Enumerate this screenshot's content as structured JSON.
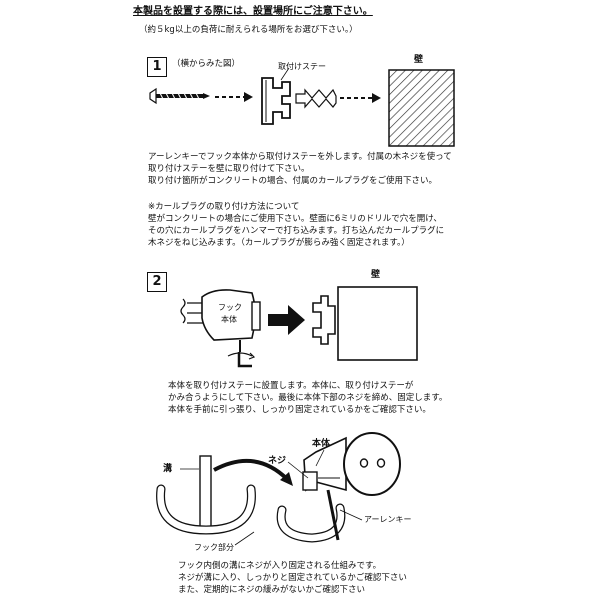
{
  "header": {
    "title": "本製品を設置する際には、設置場所にご注意下さい。",
    "subtitle": "（約５kg以上の負荷に耐えられる場所をお選び下さい。）"
  },
  "step1": {
    "number": "1",
    "view_label": "（横からみた図）",
    "stay_label": "取付けステー",
    "wall_label": "壁",
    "instructions": [
      "アーレンキーでフック本体から取付けステーを外します。付属の木ネジを使って",
      "取り付けステーを壁に取り付けて下さい。",
      "取り付け箇所がコンクリートの場合、付属のカールプラグをご使用下さい。"
    ],
    "note": [
      "※カールプラグの取り付け方法について",
      "壁がコンクリートの場合にご使用下さい。壁面に6ミリのドリルで穴を開け、",
      "その穴にカールプラグをハンマーで打ち込みます。打ち込んだカールプラグに",
      "木ネジをねじ込みます。（カールプラグが膨らみ強く固定されます。）"
    ]
  },
  "step2": {
    "number": "2",
    "body_label_1": "フック",
    "body_label_2": "本体",
    "wall_label": "壁",
    "instructions": [
      "本体を取り付けステーに設置します。本体に、取り付けステーが",
      "かみ合うようにして下さい。最後に本体下部のネジを締め、固定します。",
      "本体を手前に引っ張り、しっかり固定されているかをご確認下さい。"
    ]
  },
  "step3": {
    "groove_label": "溝",
    "screw_label": "ネジ",
    "body_label": "本体",
    "wrench_label": "アーレンキー",
    "hook_label": "フック部分",
    "instructions": [
      "フック内側の溝にネジが入り固定される仕組みです。",
      "ネジが溝に入り、しっかりと固定されているかご確認下さい",
      "また、定期的にネジの緩みがないかご確認下さい"
    ]
  }
}
